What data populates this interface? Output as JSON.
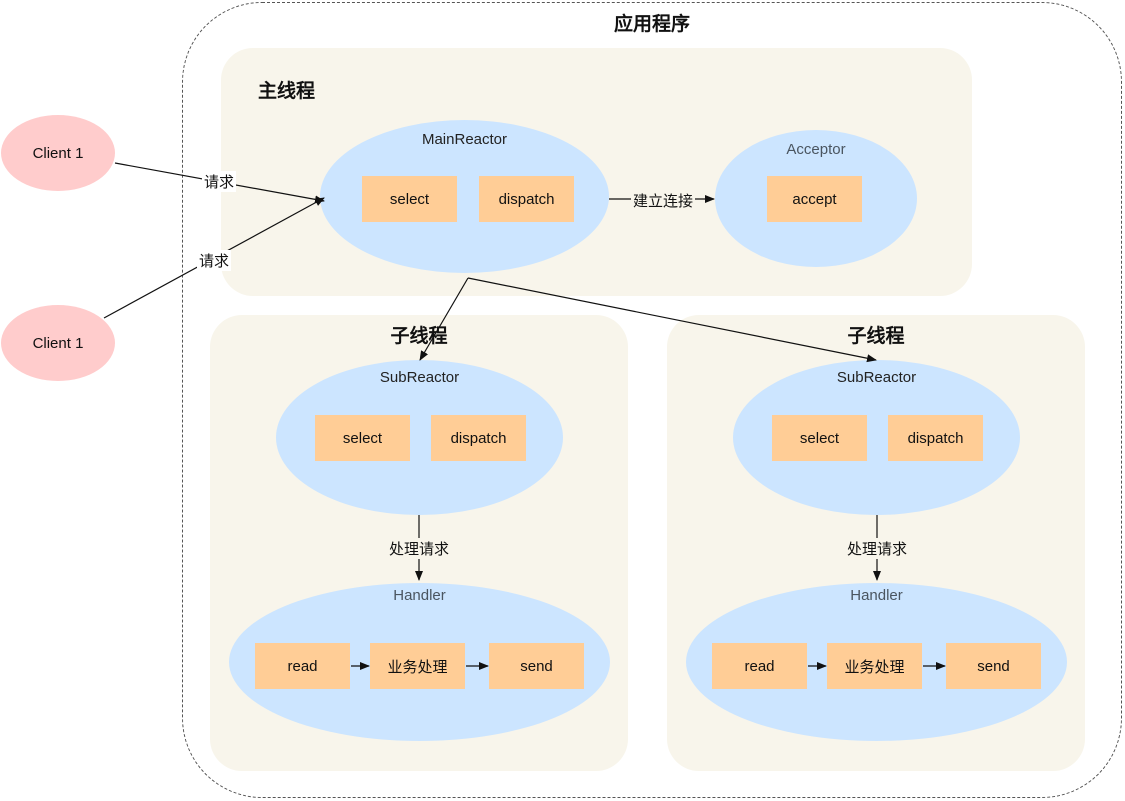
{
  "app": {
    "title": "应用程序"
  },
  "clients": [
    {
      "label": "Client 1"
    },
    {
      "label": "Client 1"
    }
  ],
  "edge_labels": {
    "request": "请求",
    "connect": "建立连接",
    "handle_request": "处理请求"
  },
  "main_thread": {
    "title": "主线程",
    "main_reactor": {
      "label": "MainReactor",
      "select": "select",
      "dispatch": "dispatch"
    },
    "acceptor": {
      "label": "Acceptor",
      "accept": "accept"
    }
  },
  "sub_threads": [
    {
      "title": "子线程",
      "sub_reactor": {
        "label": "SubReactor",
        "select": "select",
        "dispatch": "dispatch"
      },
      "handler": {
        "label": "Handler",
        "read": "read",
        "process": "业务处理",
        "send": "send"
      }
    },
    {
      "title": "子线程",
      "sub_reactor": {
        "label": "SubReactor",
        "select": "select",
        "dispatch": "dispatch"
      },
      "handler": {
        "label": "Handler",
        "read": "read",
        "process": "业务处理",
        "send": "send"
      }
    }
  ]
}
